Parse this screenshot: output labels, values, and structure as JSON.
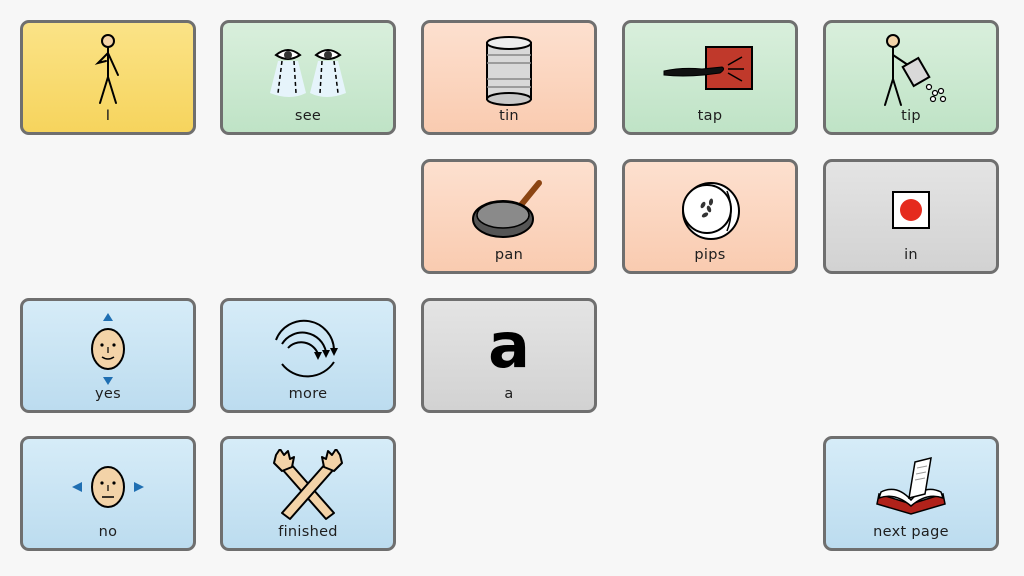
{
  "cells": {
    "i": {
      "label": "I",
      "icon": "person-pointing-self-icon"
    },
    "see": {
      "label": "see",
      "icon": "eyes-looking-icon"
    },
    "tin": {
      "label": "tin",
      "icon": "tin-can-icon"
    },
    "tap": {
      "label": "tap",
      "icon": "hand-tapping-icon"
    },
    "tip": {
      "label": "tip",
      "icon": "person-tipping-icon"
    },
    "pan": {
      "label": "pan",
      "icon": "frying-pan-icon"
    },
    "pips": {
      "label": "pips",
      "icon": "fruit-pips-icon"
    },
    "in": {
      "label": "in",
      "icon": "dot-in-box-icon"
    },
    "yes": {
      "label": "yes",
      "icon": "face-nodding-icon"
    },
    "more": {
      "label": "more",
      "icon": "more-arrows-icon"
    },
    "a": {
      "label": "a",
      "glyph": "a"
    },
    "no": {
      "label": "no",
      "icon": "face-shaking-icon"
    },
    "finished": {
      "label": "finished",
      "icon": "crossed-arms-icon"
    },
    "next": {
      "label": "next page",
      "icon": "open-book-icon"
    }
  },
  "colors": {
    "yellow": "#f6d45d",
    "green": "#bfe3c6",
    "orange": "#f9cbb0",
    "grey": "#d2d2d2",
    "blue": "#bcdcef",
    "border": "#6f6f6f"
  }
}
